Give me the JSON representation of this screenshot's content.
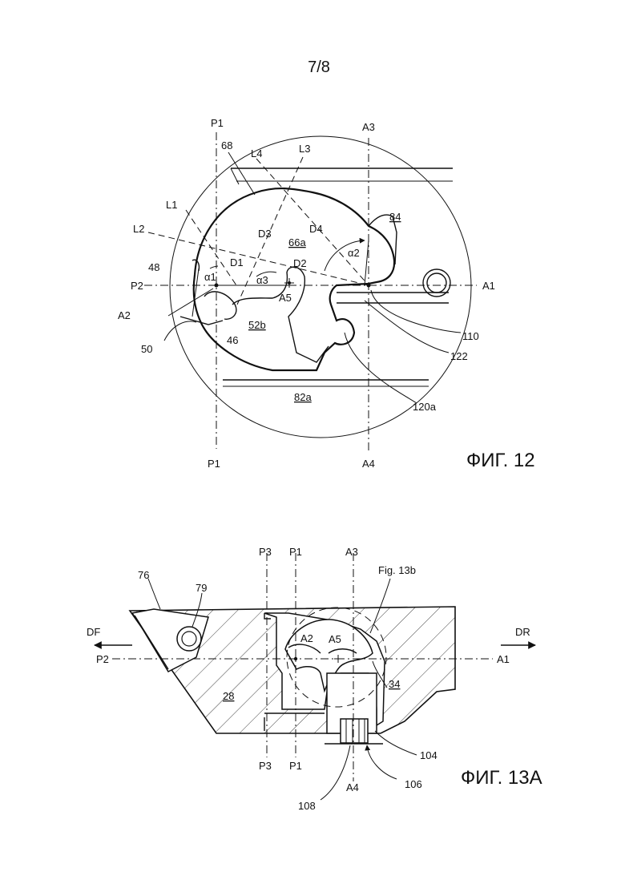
{
  "page_number": "7/8",
  "fig12": {
    "caption": "ФИГ. 12",
    "labels": {
      "p1_top": "P1",
      "p1_bottom": "P1",
      "a3": "A3",
      "a4": "A4",
      "l1": "L1",
      "l2": "L2",
      "l3": "L3",
      "l4": "L4",
      "n68": "68",
      "n84": "84",
      "n66a": "66a",
      "n52b": "52b",
      "n82a": "82a",
      "d1": "D1",
      "d2": "D2",
      "d3": "D3",
      "d4": "D4",
      "alpha1": "α1",
      "alpha2": "α2",
      "alpha3": "α3",
      "n48": "48",
      "p2": "P2",
      "a1": "A1",
      "a2": "A2",
      "a5": "A5",
      "n50": "50",
      "n46": "46",
      "n110": "110",
      "n122": "122",
      "n120a": "120a"
    }
  },
  "fig13a": {
    "caption": "ФИГ. 13А",
    "labels": {
      "p3_top": "P3",
      "p1_top": "P1",
      "a3": "A3",
      "n76": "76",
      "n79": "79",
      "fig13b": "Fig. 13b",
      "df": "DF",
      "dr": "DR",
      "p2": "P2",
      "a1": "A1",
      "a2": "A2",
      "a5": "A5",
      "n28": "28",
      "n34": "34",
      "p3_bottom": "P3",
      "p1_bottom": "P1",
      "a4": "A4",
      "n104": "104",
      "n106": "106",
      "n108": "108"
    }
  }
}
